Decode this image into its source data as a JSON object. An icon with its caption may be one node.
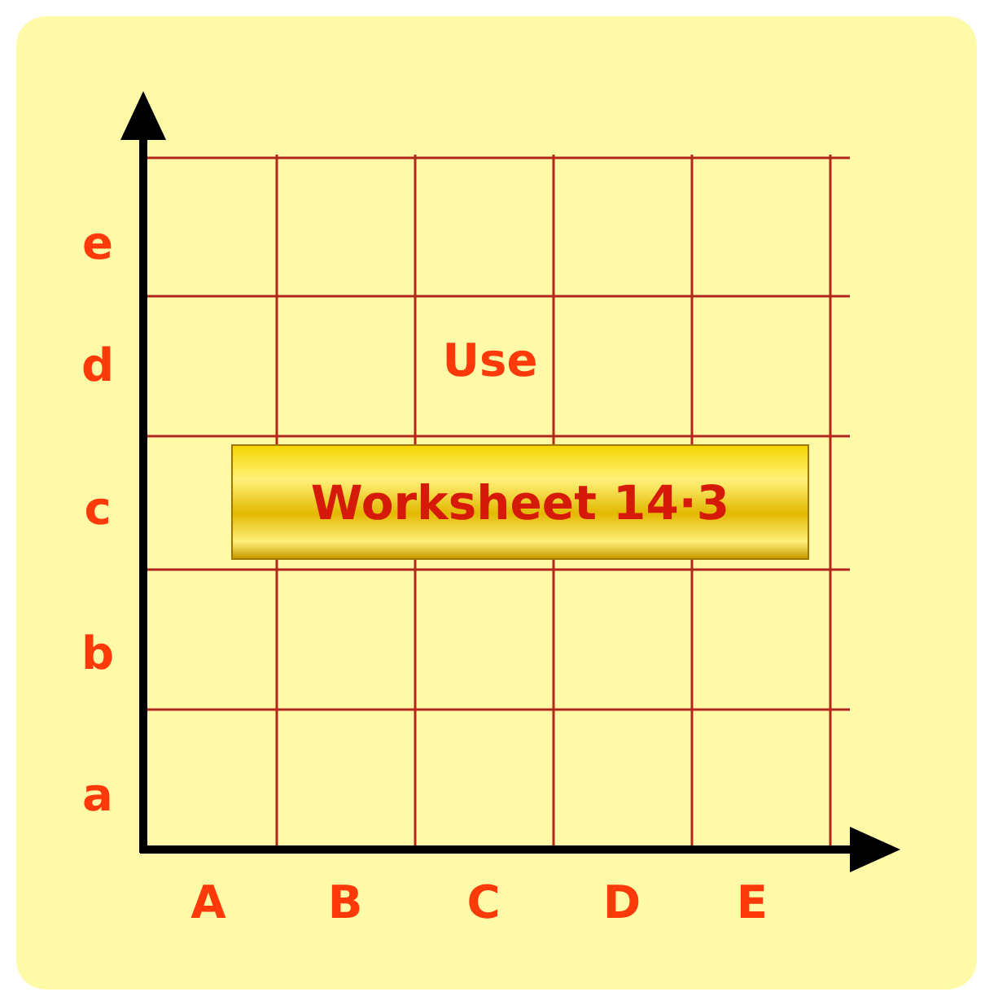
{
  "diagram": {
    "nodes": [
      {
        "text": [
          "Worksheet 14·3"
        ]
      }
    ],
    "labels": [
      "e",
      "d",
      "Use",
      "c",
      "b",
      "a",
      "A",
      "B",
      "C",
      "D",
      "E"
    ]
  }
}
